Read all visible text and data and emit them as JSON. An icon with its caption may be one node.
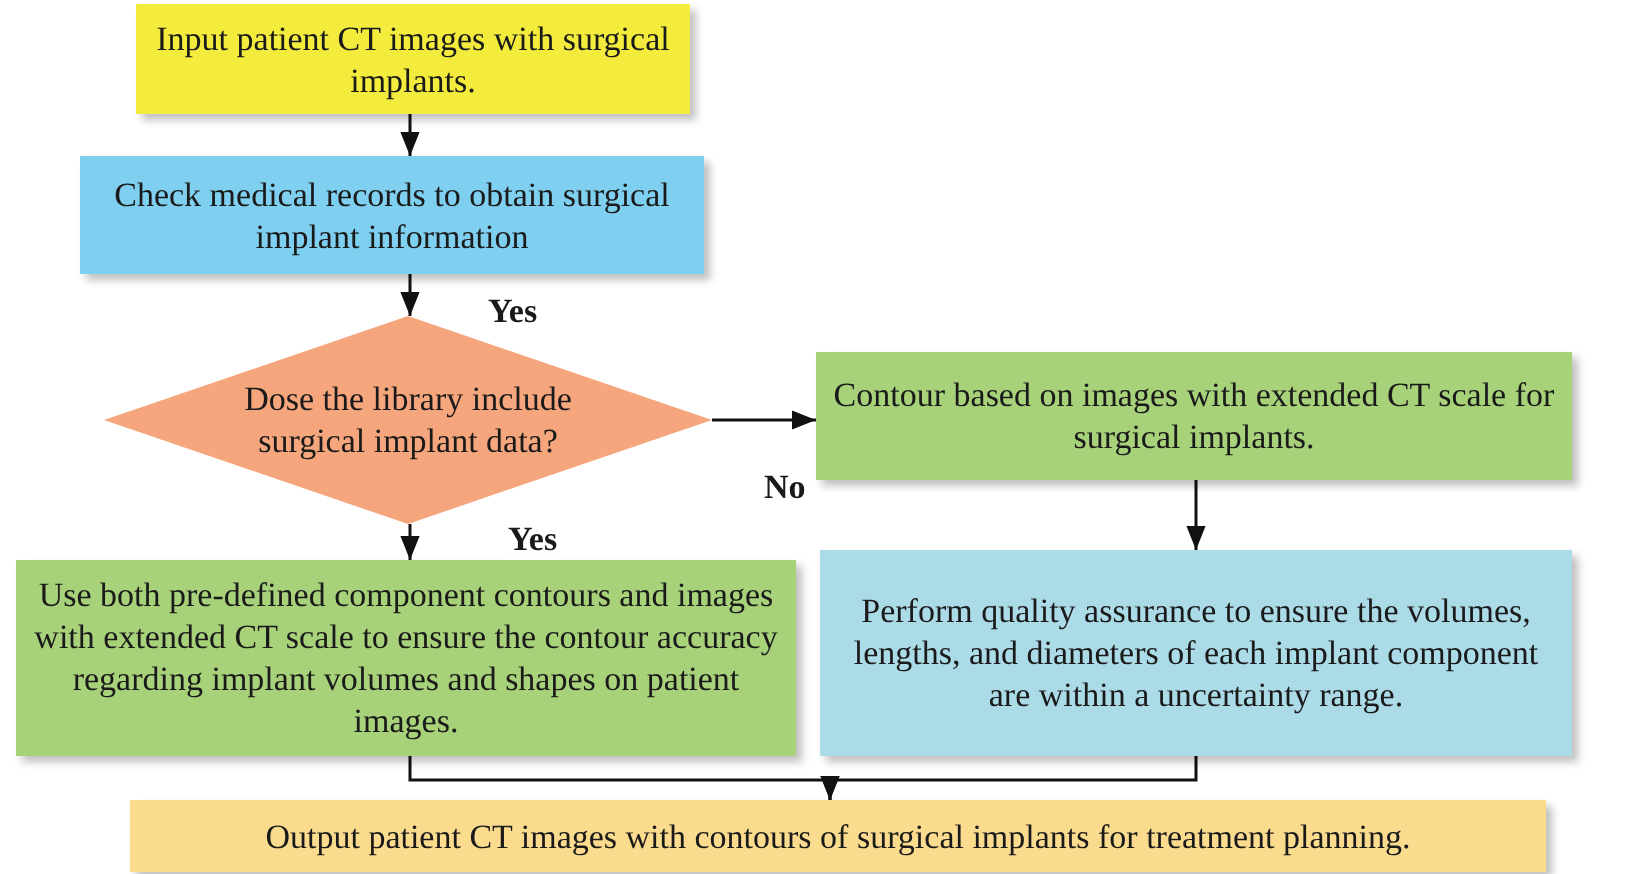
{
  "diagram": {
    "nodes": [
      {
        "text": [
          "Input patient CT images with surgical implants."
        ]
      },
      {
        "text": [
          "Check medical records to obtain surgical implant information"
        ]
      },
      {
        "text": [
          "Dose the library include surgical implant data?"
        ]
      },
      {
        "text": [
          "Contour based on images with extended CT scale for surgical implants."
        ]
      },
      {
        "text": [
          "Use both pre-defined component contours and images with extended CT scale to ensure the contour accuracy regarding implant volumes and shapes on patient images."
        ]
      },
      {
        "text": [
          "Perform quality assurance to ensure the volumes, lengths, and diameters of each implant component are within a uncertainty range."
        ]
      },
      {
        "text": [
          "Output patient CT images with contours of surgical implants for treatment planning."
        ]
      }
    ],
    "edges": [
      {
        "from": 0,
        "to": 1,
        "arrow": "to"
      },
      {
        "from": 1,
        "to": 2,
        "arrow": "to",
        "label": "Yes"
      },
      {
        "from": 2,
        "to": 3,
        "arrow": "to",
        "label": "No"
      },
      {
        "from": 2,
        "to": 4,
        "arrow": "to",
        "label": "Yes"
      },
      {
        "from": 3,
        "to": 5,
        "arrow": "to"
      },
      {
        "from": 4,
        "to": 6,
        "arrow": "to"
      },
      {
        "from": 5,
        "to": 6,
        "arrow": "to"
      }
    ]
  }
}
